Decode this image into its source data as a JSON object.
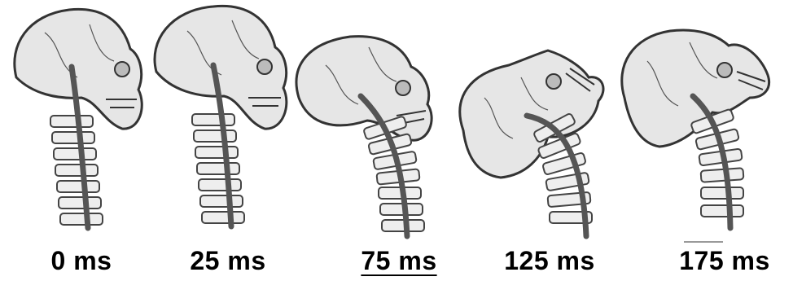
{
  "frames": [
    {
      "label": "0 ms"
    },
    {
      "label": "25 ms"
    },
    {
      "label": "75 ms"
    },
    {
      "label": "125 ms"
    },
    {
      "label": "175 ms"
    }
  ],
  "colors": {
    "outline": "#333333",
    "bone_fill": "#e6e6e6",
    "spine": "#555555",
    "vertebra_fill": "#eeeeee"
  }
}
